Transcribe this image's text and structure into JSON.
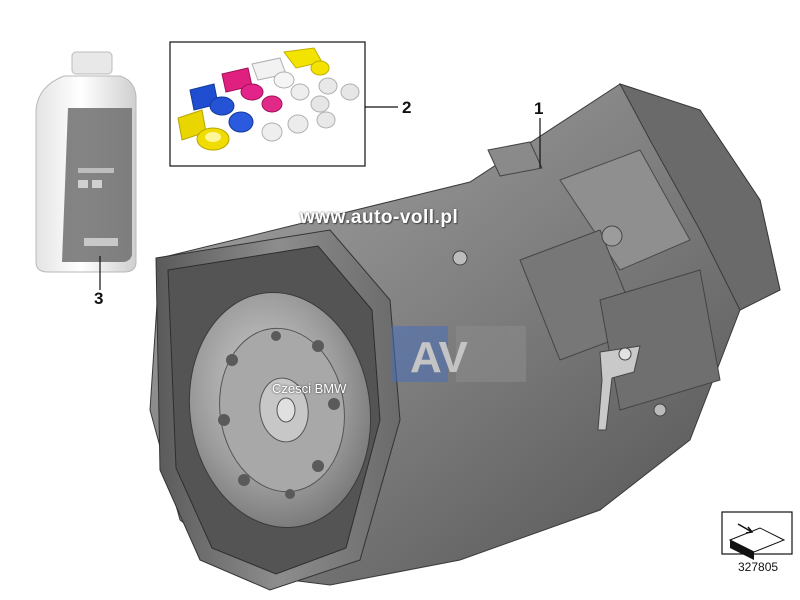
{
  "callouts": {
    "transmission": "1",
    "plugs": "2",
    "oil_bottle": "3"
  },
  "watermark": {
    "url": "www.auto-voll.pl",
    "logo": "AV",
    "subtitle": "Czesci BMW"
  },
  "reference_number": "327805",
  "icons": {
    "bottle": "oil-bottle-icon",
    "plugs": "sealing-plug-set-icon",
    "transmission": "automatic-transmission-icon",
    "frame": "part-location-icon"
  }
}
